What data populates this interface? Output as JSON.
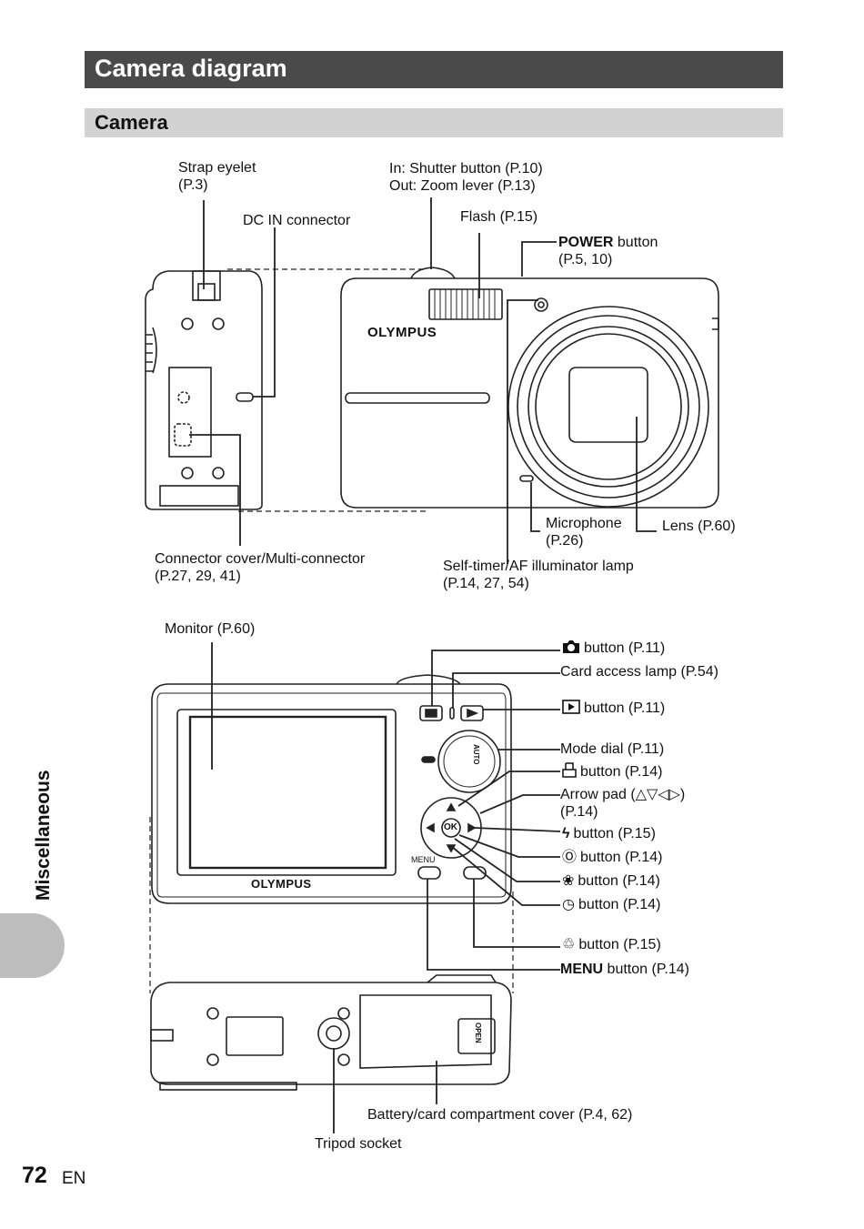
{
  "page": {
    "title": "Camera diagram",
    "section": "Camera",
    "side_tab": "Miscellaneous",
    "page_number": "72",
    "language": "EN"
  },
  "front": {
    "brand": "OLYMPUS",
    "labels": {
      "strap_eyelet": "Strap eyelet",
      "strap_eyelet_ref": "(P.3)",
      "shutter": "In: Shutter button (P.10)",
      "zoom": "Out: Zoom lever (P.13)",
      "dc_in": "DC IN connector",
      "flash": "Flash (P.15)",
      "power_bold": "POWER",
      "power_rest": " button",
      "power_ref": "(P.5, 10)",
      "microphone": "Microphone",
      "microphone_ref": "(P.26)",
      "lens": "Lens (P.60)",
      "connector": "Connector cover/Multi-connector",
      "connector_ref": "(P.27, 29, 41)",
      "selftimer": "Self-timer/AF illuminator lamp",
      "selftimer_ref": "(P.14, 27, 54)"
    }
  },
  "back": {
    "brand": "OLYMPUS",
    "menu_text": "MENU",
    "ok_text": "OK",
    "mode_auto": "AUTO",
    "labels": {
      "monitor": "Monitor (P.60)",
      "shooting": "button (P.11)",
      "card_lamp": "Card access lamp (P.54)",
      "playback": "button (P.11)",
      "mode_dial": "Mode dial (P.11)",
      "print": "button (P.14)",
      "arrow_pad": "Arrow pad (△▽◁▷)",
      "arrow_pad_ref": "(P.14)",
      "flash_btn": "button (P.15)",
      "ok_btn": "button (P.14)",
      "macro_btn": "button (P.14)",
      "selftimer_btn": "button (P.14)",
      "erase_btn": "button (P.15)",
      "menu_bold": "MENU",
      "menu_rest": " button (P.14)"
    },
    "icons": {
      "shooting": "camera-icon",
      "playback": "playback-icon",
      "print": "print-icon",
      "flash": "ϟ",
      "ok": "Ⓞ",
      "macro": "❀",
      "selftimer": "◷",
      "erase": "♲"
    }
  },
  "bottom": {
    "open_text": "OPEN",
    "labels": {
      "battery": "Battery/card compartment cover (P.4, 62)",
      "tripod": "Tripod socket"
    }
  }
}
